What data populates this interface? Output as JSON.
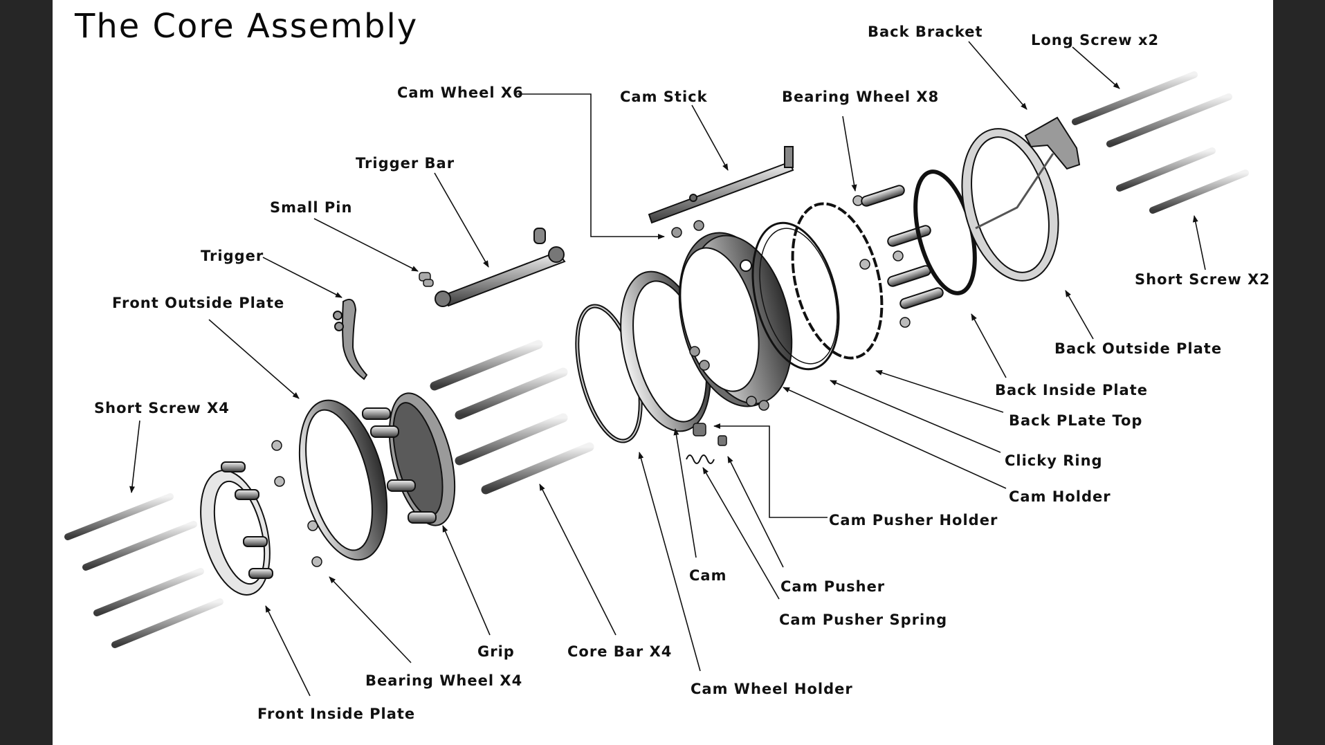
{
  "title": "The Core Assembly",
  "labels": {
    "back_bracket": "Back Bracket",
    "long_screw": "Long Screw x2",
    "cam_wheel_x6": "Cam Wheel X6",
    "cam_stick": "Cam Stick",
    "bearing_wheel_x8": "Bearing Wheel X8",
    "trigger_bar": "Trigger Bar",
    "small_pin": "Small Pin",
    "trigger": "Trigger",
    "front_outside_plate": "Front Outside Plate",
    "short_screw_x2": "Short Screw X2",
    "back_outside_plate": "Back Outside Plate",
    "back_inside_plate": "Back Inside Plate",
    "back_plate_top": "Back PLate Top",
    "short_screw_x4": "Short Screw X4",
    "clicky_ring": "Clicky Ring",
    "cam_holder": "Cam Holder",
    "cam_pusher_holder": "Cam Pusher Holder",
    "cam": "Cam",
    "cam_pusher": "Cam Pusher",
    "cam_pusher_spring": "Cam Pusher Spring",
    "grip": "Grip",
    "core_bar_x4": "Core Bar X4",
    "bearing_wheel_x4": "Bearing Wheel X4",
    "cam_wheel_holder": "Cam Wheel Holder",
    "front_inside_plate": "Front Inside Plate"
  },
  "colors": {
    "frame": "#262626",
    "page": "#ffffff",
    "ink": "#111111",
    "part_fill": "#d9d9d9",
    "part_dark": "#555555"
  }
}
